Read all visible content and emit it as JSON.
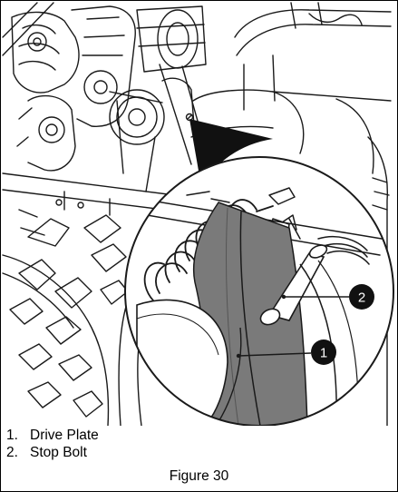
{
  "callouts": [
    {
      "number": "1",
      "label": "Drive Plate"
    },
    {
      "number": "2",
      "label": "Stop Bolt"
    }
  ],
  "legend": {
    "item1_number": "1.",
    "item1_label": "Drive Plate",
    "item2_number": "2.",
    "item2_label": "Stop Bolt"
  },
  "caption": "Figure 30",
  "colors": {
    "line": "#1a1a1a",
    "plate": "#7a7a7a",
    "callout": "#111111"
  }
}
